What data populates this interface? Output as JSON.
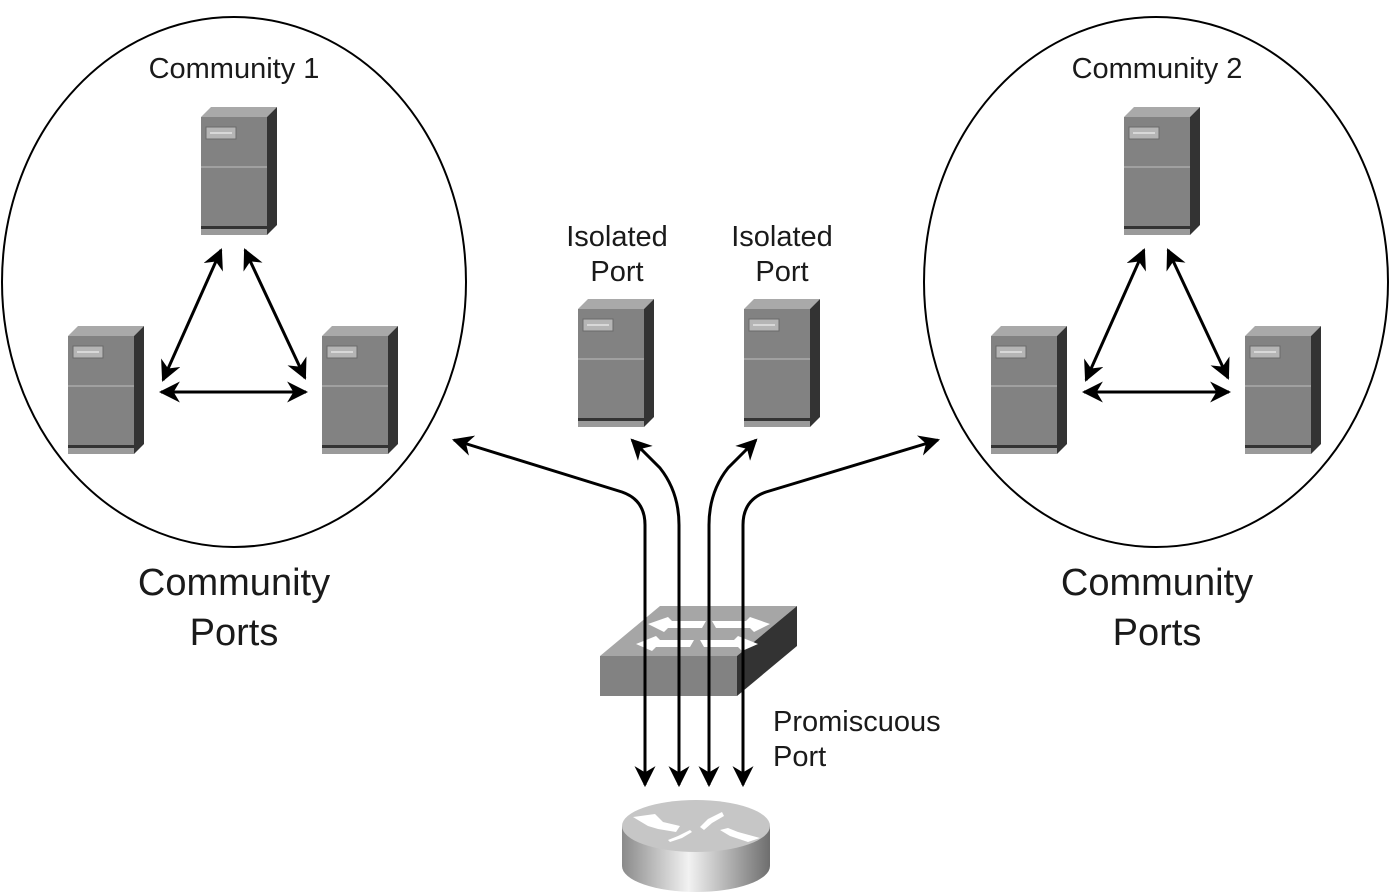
{
  "diagram": {
    "title": "Private VLAN port types",
    "communities": [
      {
        "id": "community-1",
        "label": "Community 1",
        "caption": [
          "Community",
          "Ports"
        ],
        "server_count": 3
      },
      {
        "id": "community-2",
        "label": "Community 2",
        "caption": [
          "Community",
          "Ports"
        ],
        "server_count": 3
      }
    ],
    "isolated_ports": [
      {
        "label": [
          "Isolated",
          "Port"
        ]
      },
      {
        "label": [
          "Isolated",
          "Port"
        ]
      }
    ],
    "switch": {
      "icon": "switch-icon"
    },
    "router": {
      "icon": "router-icon"
    },
    "promiscuous_port": {
      "label": [
        "Promiscuous",
        "Port"
      ]
    },
    "connections": [
      {
        "from": "router",
        "to": "community-1",
        "type": "bidirectional"
      },
      {
        "from": "router",
        "to": "isolated-port-1",
        "type": "bidirectional"
      },
      {
        "from": "router",
        "to": "isolated-port-2",
        "type": "bidirectional"
      },
      {
        "from": "router",
        "to": "community-2",
        "type": "bidirectional"
      }
    ],
    "colors": {
      "ink": "#000000",
      "server_face": "#828282",
      "server_side": "#333333",
      "server_top": "#aaaaaa"
    }
  }
}
